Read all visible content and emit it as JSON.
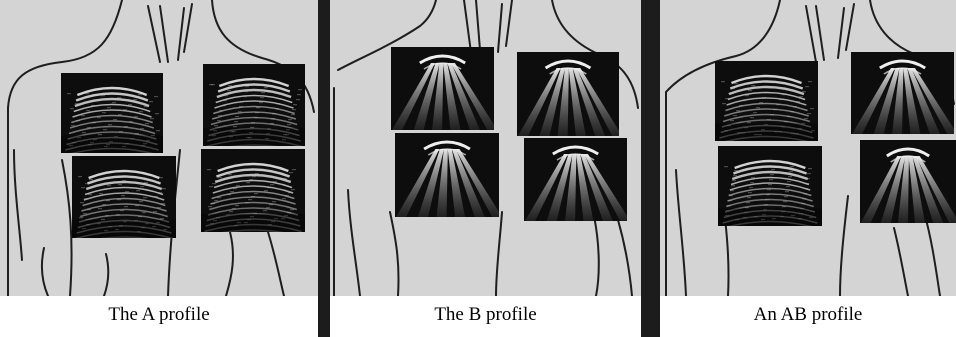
{
  "figure": {
    "panels": [
      {
        "id": "A",
        "caption": "The A profile",
        "pattern": "a-lines"
      },
      {
        "id": "B",
        "caption": "The B profile",
        "pattern": "b-lines"
      },
      {
        "id": "AB",
        "caption": "An AB profile",
        "pattern": "mixed"
      }
    ],
    "colors": {
      "background": "#d4d4d4",
      "outline": "#1e1e1e",
      "divider": "#1c1c1c",
      "scan": "#0d0d0d"
    }
  }
}
